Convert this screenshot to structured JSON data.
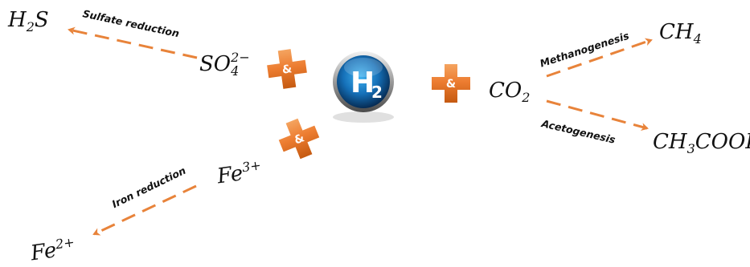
{
  "center": {
    "label": "H",
    "subscript": "2"
  },
  "plus_label": "&",
  "colors": {
    "accent": "#ED7D31",
    "arrow": "#E8833A",
    "button_dark": "#0B3D6B",
    "button_light": "#1E8FD6"
  },
  "species": {
    "h2s": {
      "main": "H",
      "sub": "2",
      "tail": "S"
    },
    "so4": {
      "main": "SO",
      "sup": "2−",
      "sub": "4"
    },
    "co2": {
      "main": "CO",
      "sub": "2"
    },
    "ch4": {
      "main": "CH",
      "sub": "4"
    },
    "ch3cooh": {
      "main": "CH",
      "sub": "3",
      "tail": "COOH"
    },
    "fe3": {
      "main": "Fe",
      "sup": "3+"
    },
    "fe2": {
      "main": "Fe",
      "sup": "2+"
    }
  },
  "processes": {
    "sulfate": "Sulfate reduction",
    "methanogenesis": "Methanogenesis",
    "acetogenesis": "Acetogenesis",
    "iron": "Iron reduction"
  }
}
